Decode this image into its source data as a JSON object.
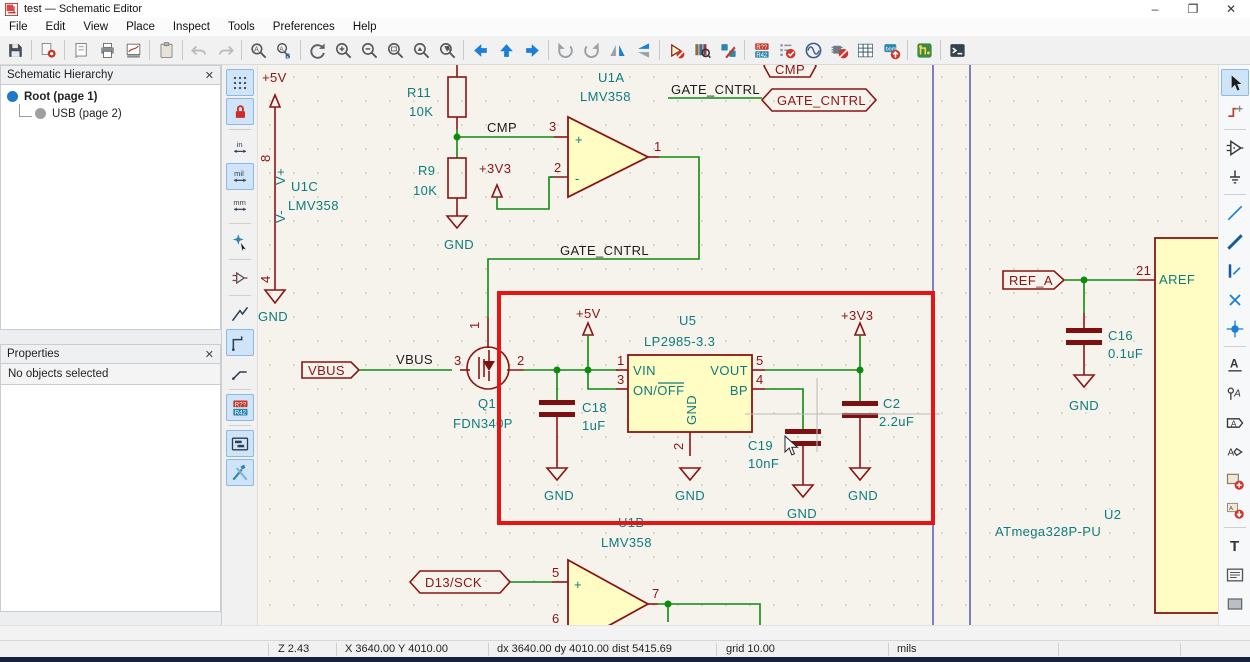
{
  "window": {
    "title": "test — Schematic Editor",
    "controls": {
      "minimize": "–",
      "restore": "❐",
      "close": "✕"
    }
  },
  "menu": {
    "items": [
      "File",
      "Edit",
      "View",
      "Place",
      "Inspect",
      "Tools",
      "Preferences",
      "Help"
    ]
  },
  "toolbar": {
    "groups": [
      [
        "save"
      ],
      [
        "schematic-setup"
      ],
      [
        "page-setup",
        "print",
        "plot"
      ],
      [
        "paste"
      ],
      [
        "undo",
        "redo"
      ],
      [
        "find",
        "find-replace"
      ],
      [
        "refresh",
        "zoom-in",
        "zoom-out",
        "zoom-page",
        "zoom-objects",
        "zoom-selection"
      ],
      [
        "nav-left",
        "nav-up",
        "nav-right"
      ],
      [
        "rotate-ccw",
        "rotate-cw",
        "mirror-h",
        "mirror-v"
      ],
      [
        "show-hidden-pins",
        "library-browser",
        "edit-footprints"
      ],
      [
        "annotate",
        "erc",
        "simulator",
        "assign-footprints",
        "fields-table",
        "bom"
      ],
      [
        "pcb-editor"
      ],
      [
        "scripting-console"
      ]
    ]
  },
  "left_toolbar": {
    "items": [
      {
        "icon": "grid",
        "active": true
      },
      {
        "icon": "grid-lock",
        "active": true
      },
      {
        "sep": true
      },
      {
        "icon": "unit-in"
      },
      {
        "icon": "unit-mil",
        "active": true
      },
      {
        "icon": "unit-mm"
      },
      {
        "sep": true
      },
      {
        "icon": "cursor-crosshair"
      },
      {
        "sep": true
      },
      {
        "icon": "hidden-pins"
      },
      {
        "sep": true
      },
      {
        "icon": "free-angle"
      },
      {
        "icon": "hv-lines",
        "active": true
      },
      {
        "icon": "45-lines"
      },
      {
        "sep": true
      },
      {
        "icon": "annotate-auto",
        "active": true
      },
      {
        "sep": true
      },
      {
        "icon": "hierarchy-panel",
        "active": true
      },
      {
        "icon": "properties-panel",
        "active": true
      }
    ]
  },
  "right_toolbar": {
    "items": [
      {
        "icon": "r-cursor",
        "active": true
      },
      {
        "icon": "highlight-net"
      },
      {
        "sep": true
      },
      {
        "icon": "place-symbol"
      },
      {
        "icon": "place-power"
      },
      {
        "sep": true
      },
      {
        "icon": "wire"
      },
      {
        "icon": "bus"
      },
      {
        "icon": "bus-entry"
      },
      {
        "icon": "no-connect"
      },
      {
        "icon": "junction"
      },
      {
        "sep": true
      },
      {
        "icon": "net-label"
      },
      {
        "icon": "netclass-directive"
      },
      {
        "icon": "global-label"
      },
      {
        "icon": "hier-label"
      },
      {
        "icon": "hier-sheet"
      },
      {
        "icon": "sheet-pin"
      },
      {
        "sep": true
      },
      {
        "icon": "text"
      },
      {
        "icon": "textbox"
      },
      {
        "icon": "rectangle"
      }
    ]
  },
  "hierarchy_panel": {
    "title": "Schematic Hierarchy",
    "close": "✕",
    "items": [
      {
        "label": "Root (page 1)",
        "selected": true
      },
      {
        "label": "USB (page 2)",
        "selected": false
      }
    ]
  },
  "properties_panel": {
    "title": "Properties",
    "close": "✕",
    "message": "No objects selected"
  },
  "status_bar": {
    "zoom": "Z 2.43",
    "position": "X 3640.00 Y 4010.00",
    "delta": "dx 3640.00 dy 4010.00 dist 5415.69",
    "grid": "grid 10.00",
    "units": "mils"
  },
  "colors": {
    "wire_green": "#0e8a0e",
    "symbol_maroon": "#8a1515",
    "field_teal": "#0e7c7c",
    "body_yellow": "#fffcc4",
    "bus_purple": "#7d7dc9",
    "highlight_red": "#e61414",
    "canvas_bg": "#f5f3ec"
  },
  "schematic": {
    "p5v": "+5V",
    "p3v3": "+3V3",
    "gnd": "GND",
    "pin1": "1",
    "pin2": "2",
    "pin3": "3",
    "pin4": "4",
    "pin5": "5",
    "pin6": "6",
    "pin7": "7",
    "pin8": "8",
    "pin21": "21",
    "vplus": "V+",
    "vminus": "V-",
    "u1a_ref": "U1A",
    "u1b_ref": "U1B",
    "u1c_ref": "U1C",
    "lmv358": "LMV358",
    "r11_ref": "R11",
    "r9_ref": "R9",
    "k10": "10K",
    "cmp": "CMP",
    "gate_cntrl": "GATE_CNTRL",
    "vbus": "VBUS",
    "q1_ref": "Q1",
    "q1_val": "FDN340P",
    "c18_ref": "C18",
    "c18_val": "1uF",
    "u5_ref": "U5",
    "u5_val": "LP2985-3.3",
    "vin": "VIN",
    "on_off": "ON/OFF",
    "vout": "VOUT",
    "bp": "BP",
    "c19_ref": "C19",
    "c19_val": "10nF",
    "c2_ref": "C2",
    "c2_val": "2.2uF",
    "ref_a": "REF_A",
    "aref": "AREF",
    "c16_ref": "C16",
    "c16_val": "0.1uF",
    "u2_ref": "U2",
    "u2_val": "ATmega328P-PU",
    "d13_sck": "D13/SCK",
    "plus": "+",
    "minus": "-"
  }
}
